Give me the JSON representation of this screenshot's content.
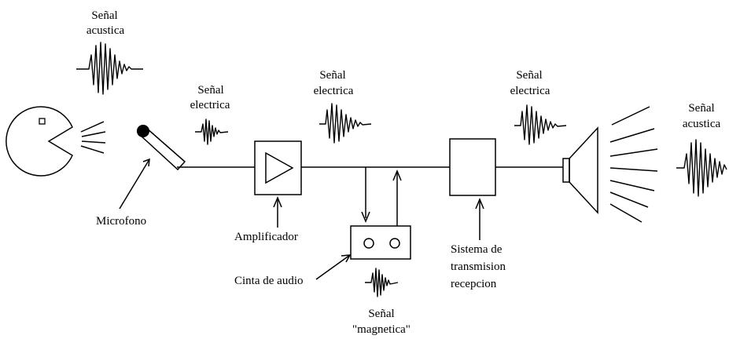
{
  "labels": {
    "acoustic_top_1": "Señal",
    "acoustic_top_2": "acustica",
    "electric_1_1": "Señal",
    "electric_1_2": "electrica",
    "electric_2_1": "Señal",
    "electric_2_2": "electrica",
    "electric_3_1": "Señal",
    "electric_3_2": "electrica",
    "acoustic_right_1": "Señal",
    "acoustic_right_2": "acustica",
    "microphone": "Microfono",
    "amplifier": "Amplificador",
    "tape": "Cinta de audio",
    "system_1": "Sistema de",
    "system_2": "transmision",
    "system_3": "recepcion",
    "magnetic_1": "Señal",
    "magnetic_2": "\"magnetica\""
  },
  "colors": {
    "ink": "#000000",
    "background": "#ffffff"
  }
}
